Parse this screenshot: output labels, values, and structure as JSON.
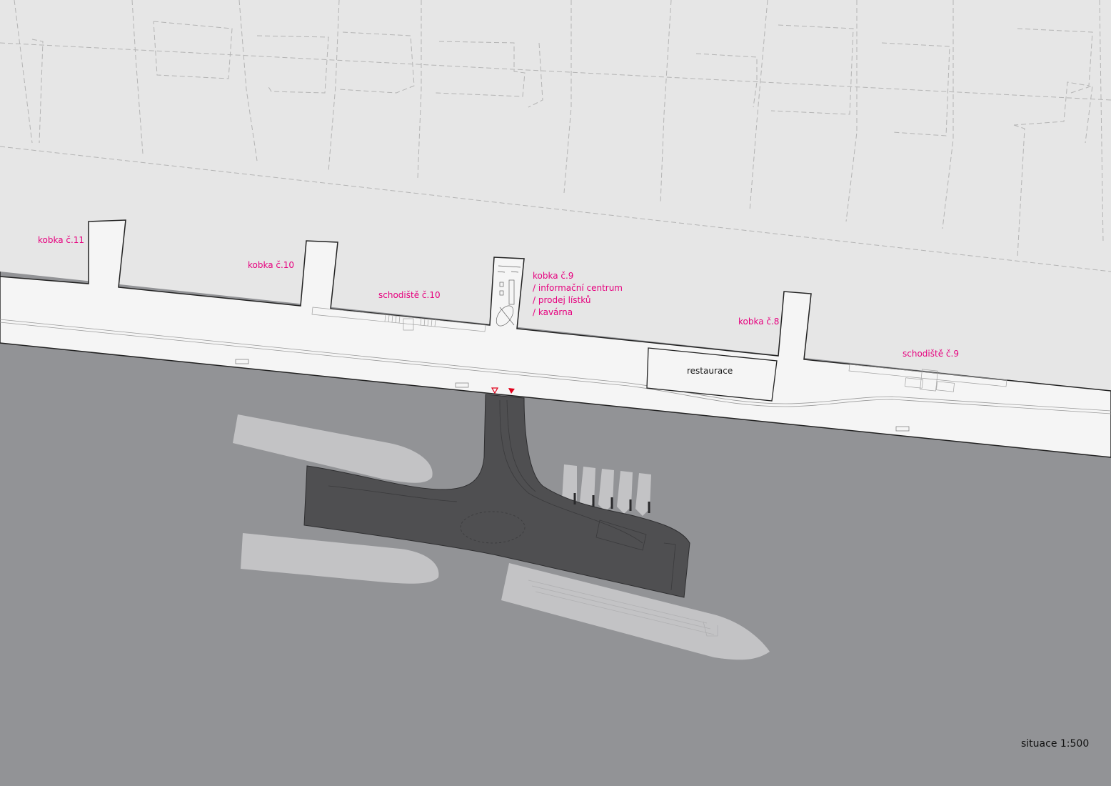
{
  "colors": {
    "water": "#929396",
    "land": "#e6e6e6",
    "embankment": "#f5f5f5",
    "pier": "#4f4f51",
    "boat": "#c3c3c5",
    "label_accent": "#e6007e",
    "entrance_marker": "#e0001b"
  },
  "labels": {
    "kobka11": "kobka č.11",
    "kobka10": "kobka č.10",
    "schodiste10": "schodiště č.10",
    "kobka9": {
      "line1": "kobka č.9",
      "line2": "/ informační centrum",
      "line3": "/ prodej lístků",
      "line4": "/ kavárna"
    },
    "kobka8": "kobka č.8",
    "schodiste9": "schodiště č.9",
    "restaurace": "restaurace"
  },
  "scale_note": "situace 1:500"
}
